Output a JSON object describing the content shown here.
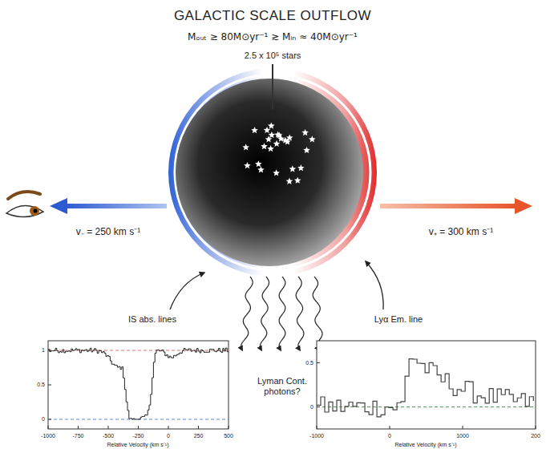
{
  "diagram": {
    "title": "GALACTIC SCALE OUTFLOW",
    "labels": [
      "Mₒᵤₜ ≥ 80M⊙yr⁻¹ ≳ Mᵢₙ ≈ 40M⊙yr⁻¹",
      "2.5 x 10⁵ stars",
      "v₋ = 250 km s⁻¹",
      "v₊ = 300 km s⁻¹",
      "IS abs. lines",
      "Lyα Em. line",
      "Lyman Cont. photons?",
      "-1000",
      "-750",
      "-500",
      "-250",
      "0",
      "250",
      "500",
      "1",
      "0.5",
      "0",
      "Relative Velocity (km s⁻¹)",
      "-1000",
      "0",
      "1000",
      "200",
      "0.5",
      "0",
      "Relative Velocity (km s⁻¹)"
    ]
  }
}
